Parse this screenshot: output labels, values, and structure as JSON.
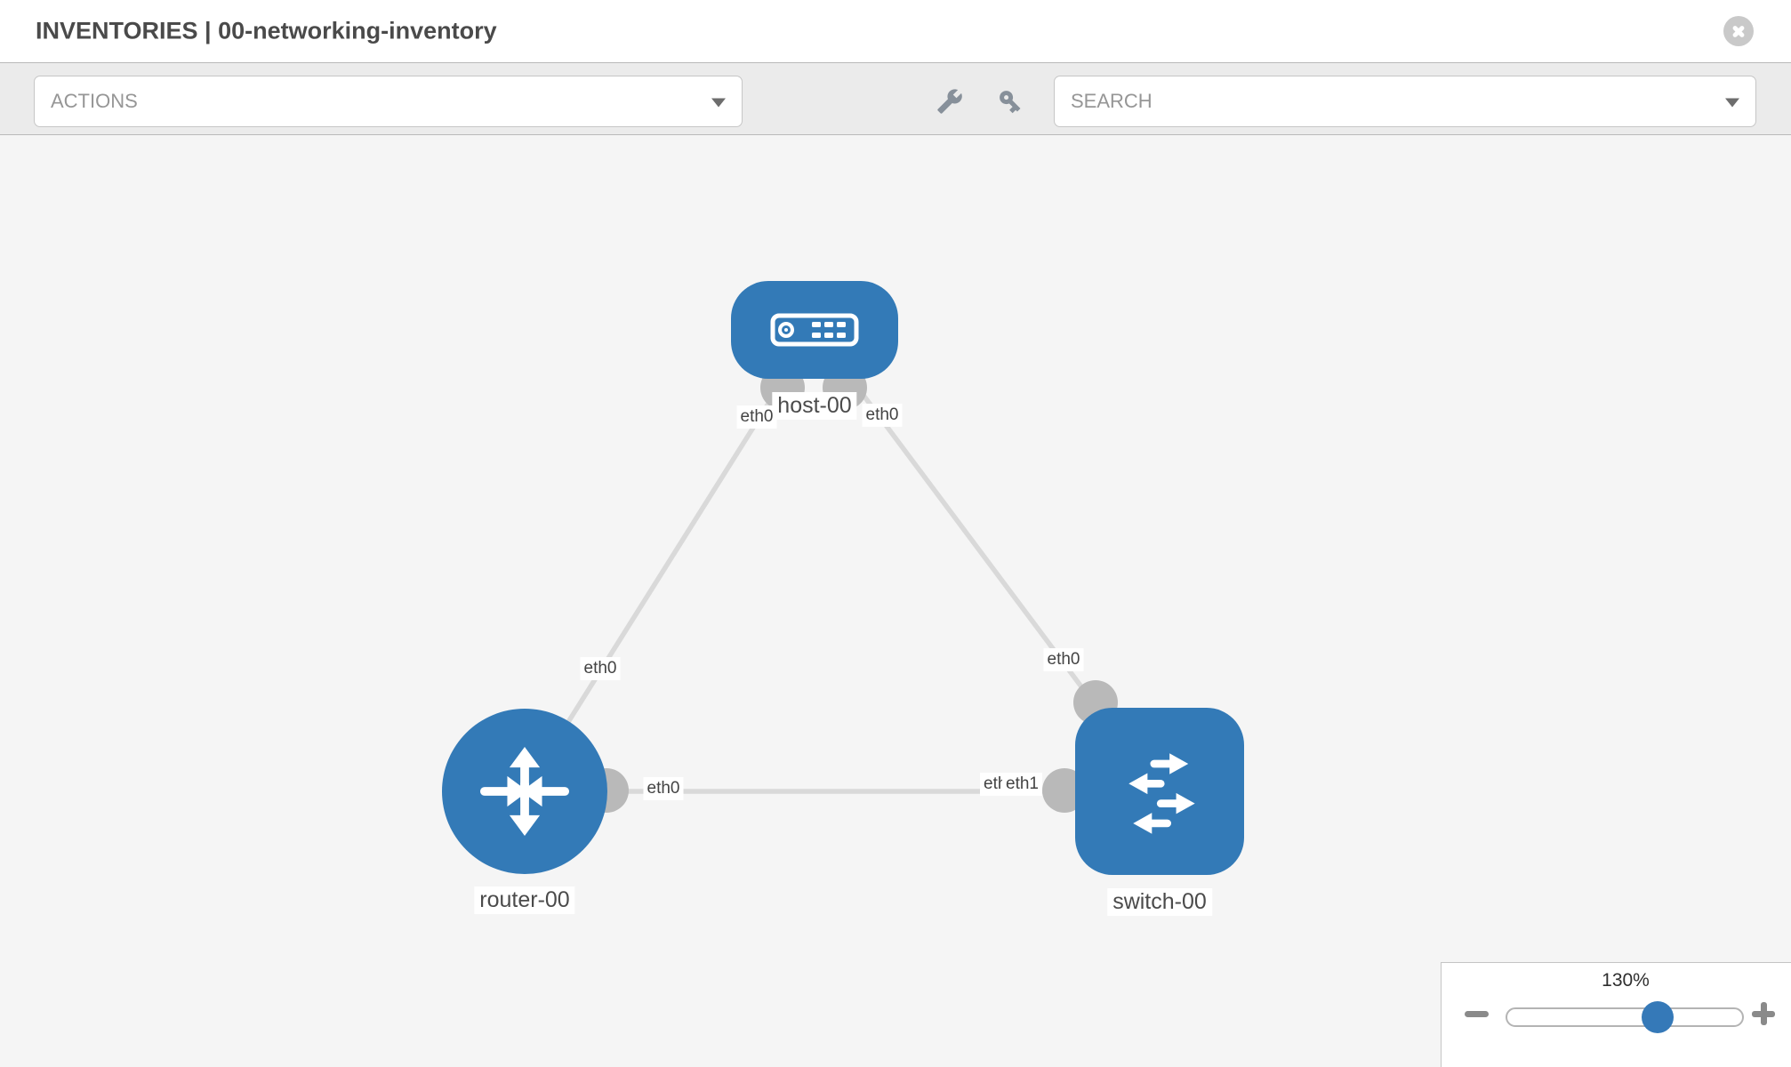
{
  "header": {
    "title": "INVENTORIES | 00-networking-inventory"
  },
  "toolbar": {
    "actions_label": "ACTIONS",
    "search_label": "SEARCH",
    "icons": [
      "wrench-icon",
      "key-icon"
    ]
  },
  "graph": {
    "nodes": [
      {
        "id": "host-00",
        "type": "host",
        "label": "host-00"
      },
      {
        "id": "router-00",
        "type": "router",
        "label": "router-00"
      },
      {
        "id": "switch-00",
        "type": "switch",
        "label": "switch-00"
      }
    ],
    "links": [
      {
        "from": "host-00",
        "to": "router-00",
        "from_interface": "eth0",
        "to_interface": "eth0"
      },
      {
        "from": "host-00",
        "to": "switch-00",
        "from_interface": "eth0",
        "to_interface": "eth0"
      },
      {
        "from": "router-00",
        "to": "switch-00",
        "from_interface": "eth0",
        "to_interface": "eth1"
      }
    ],
    "overlapped_port_label": "eth0"
  },
  "zoom_control": {
    "level": "130%"
  },
  "colors": {
    "node_blue": "#337ab7",
    "edge_gray": "#d9d9d9",
    "connector_gray": "#b9b9b9",
    "canvas_bg": "#f5f5f5",
    "toolbar_bg": "#ebebeb",
    "accent_thumb": "#3579b8"
  }
}
